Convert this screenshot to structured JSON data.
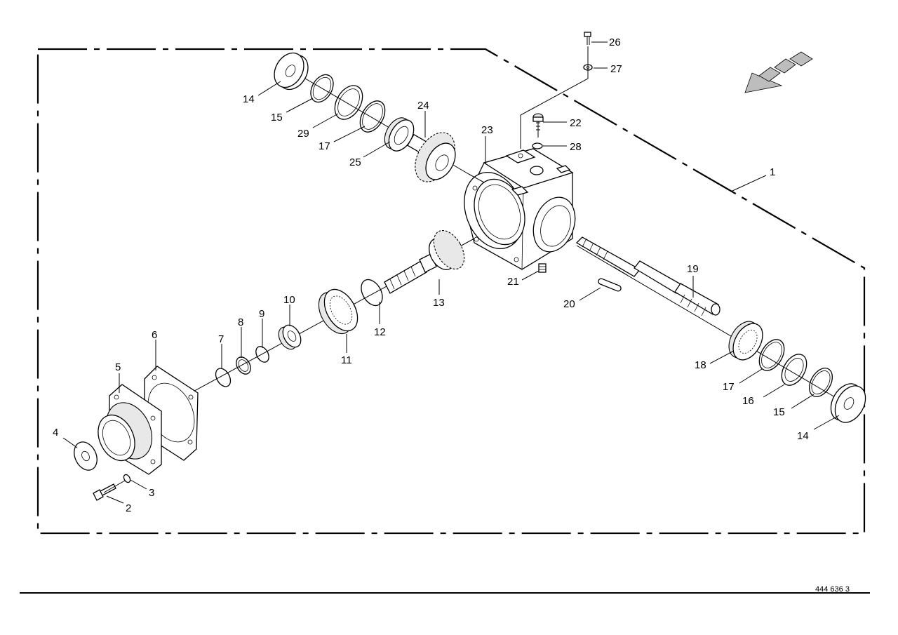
{
  "diagram": {
    "document_number": "444 636 3",
    "callouts": [
      {
        "id": "c1",
        "text": "1"
      },
      {
        "id": "c2",
        "text": "2"
      },
      {
        "id": "c3",
        "text": "3"
      },
      {
        "id": "c4",
        "text": "4"
      },
      {
        "id": "c5",
        "text": "5"
      },
      {
        "id": "c6",
        "text": "6"
      },
      {
        "id": "c7",
        "text": "7"
      },
      {
        "id": "c8",
        "text": "8"
      },
      {
        "id": "c9",
        "text": "9"
      },
      {
        "id": "c10",
        "text": "10"
      },
      {
        "id": "c11",
        "text": "11"
      },
      {
        "id": "c12",
        "text": "12"
      },
      {
        "id": "c13",
        "text": "13"
      },
      {
        "id": "c14a",
        "text": "14"
      },
      {
        "id": "c14b",
        "text": "14"
      },
      {
        "id": "c15a",
        "text": "15"
      },
      {
        "id": "c15b",
        "text": "15"
      },
      {
        "id": "c16",
        "text": "16"
      },
      {
        "id": "c17a",
        "text": "17"
      },
      {
        "id": "c17b",
        "text": "17"
      },
      {
        "id": "c18",
        "text": "18"
      },
      {
        "id": "c19",
        "text": "19"
      },
      {
        "id": "c20",
        "text": "20"
      },
      {
        "id": "c21",
        "text": "21"
      },
      {
        "id": "c22",
        "text": "22"
      },
      {
        "id": "c23",
        "text": "23"
      },
      {
        "id": "c24",
        "text": "24"
      },
      {
        "id": "c25",
        "text": "25"
      },
      {
        "id": "c26",
        "text": "26"
      },
      {
        "id": "c27",
        "text": "27"
      },
      {
        "id": "c28",
        "text": "28"
      },
      {
        "id": "c29",
        "text": "29"
      }
    ]
  }
}
